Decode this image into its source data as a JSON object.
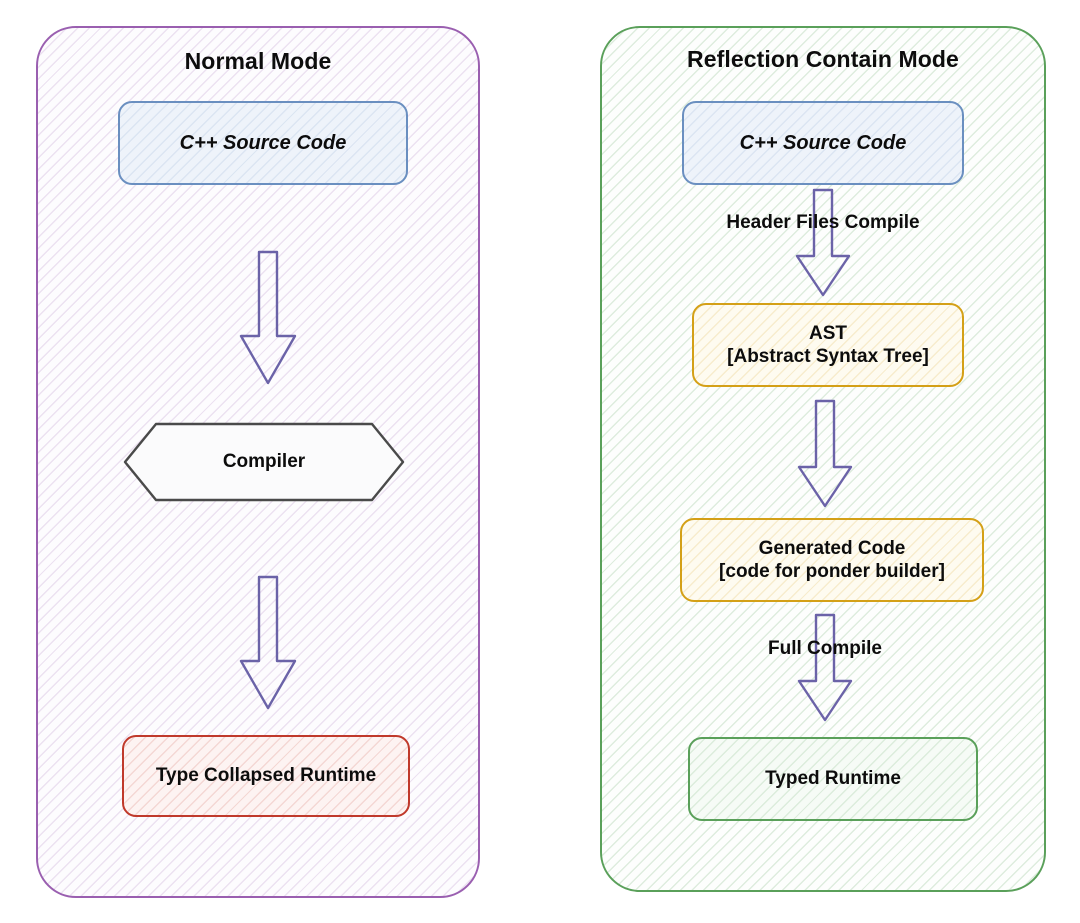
{
  "diagram": {
    "title_normal": "Normal Mode",
    "title_reflection": "Reflection Contain Mode"
  },
  "panels": [
    {
      "id": "normal",
      "title": "Normal Mode",
      "border_color": "#9a5fb0",
      "nodes": [
        {
          "id": "src",
          "label": "C++ Source Code",
          "shape": "rounded-rect",
          "style": "blue",
          "border_color": "#6a8fc0"
        },
        {
          "id": "compiler",
          "label": "Compiler",
          "shape": "hexagon",
          "style": "hex",
          "border_color": "#4a4a4a"
        },
        {
          "id": "runtime",
          "label": "Type Collapsed Runtime",
          "shape": "rounded-rect",
          "style": "red",
          "border_color": "#c0392b"
        }
      ],
      "arrows": [
        {
          "id": "a1",
          "from": "src",
          "to": "compiler",
          "label": "",
          "color": "#6b63a8"
        },
        {
          "id": "a2",
          "from": "compiler",
          "to": "runtime",
          "label": "",
          "color": "#6b63a8"
        }
      ]
    },
    {
      "id": "reflection",
      "title": "Reflection Contain Mode",
      "border_color": "#5aa05a",
      "nodes": [
        {
          "id": "src",
          "label": "C++ Source Code",
          "shape": "rounded-rect",
          "style": "blue",
          "border_color": "#6a8fc0"
        },
        {
          "id": "ast",
          "label": "AST\n[Abstract Syntax Tree]",
          "shape": "rounded-rect",
          "style": "amber",
          "border_color": "#d4a017"
        },
        {
          "id": "gencode",
          "label": "Generated Code\n[code for  ponder builder]",
          "shape": "rounded-rect",
          "style": "amber",
          "border_color": "#d4a017"
        },
        {
          "id": "typed",
          "label": "Typed Runtime",
          "shape": "rounded-rect",
          "style": "green",
          "border_color": "#5aa05a"
        }
      ],
      "arrows": [
        {
          "id": "b1",
          "from": "src",
          "to": "ast",
          "label": "Header Files Compile",
          "color": "#6b63a8"
        },
        {
          "id": "b2",
          "from": "ast",
          "to": "gencode",
          "label": "",
          "color": "#6b63a8"
        },
        {
          "id": "b3",
          "from": "gencode",
          "to": "typed",
          "label": "Full Compile",
          "color": "#6b63a8"
        }
      ]
    }
  ],
  "labels": {
    "normal_src": "C++ Source Code",
    "normal_compiler": "Compiler",
    "normal_runtime": "Type Collapsed Runtime",
    "refl_src": "C++ Source Code",
    "refl_ast_line1": "AST",
    "refl_ast_line2": "[Abstract Syntax Tree]",
    "refl_gen_line1": "Generated Code",
    "refl_gen_line2": "[code for  ponder builder]",
    "refl_typed": "Typed Runtime",
    "edge_header_files": "Header Files Compile",
    "edge_full_compile": "Full Compile"
  },
  "colors": {
    "panel_normal_border": "#9a5fb0",
    "panel_reflection_border": "#5aa05a",
    "arrow_stroke": "#6b63a8",
    "blue_border": "#6a8fc0",
    "red_border": "#c0392b",
    "amber_border": "#d4a017",
    "green_border": "#5aa05a",
    "hex_border": "#4a4a4a",
    "text": "#0c0c0c",
    "background": "#ffffff"
  }
}
